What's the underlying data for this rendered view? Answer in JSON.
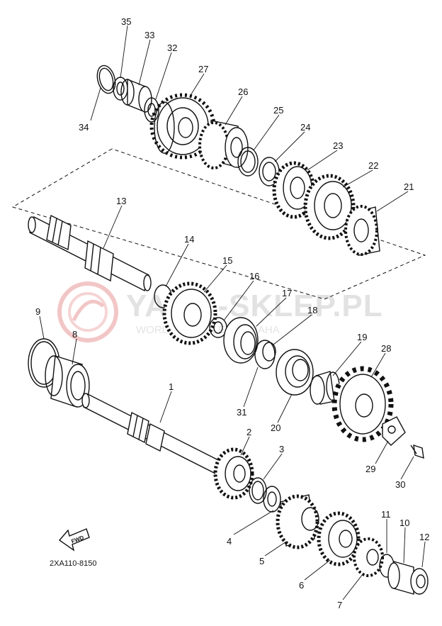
{
  "diagram": {
    "part_numbers": [
      "1",
      "2",
      "3",
      "4",
      "5",
      "6",
      "7",
      "8",
      "9",
      "10",
      "11",
      "12",
      "13",
      "14",
      "15",
      "16",
      "17",
      "18",
      "19",
      "20",
      "21",
      "22",
      "23",
      "24",
      "25",
      "26",
      "27",
      "28",
      "29",
      "30",
      "31",
      "32",
      "33",
      "34",
      "35"
    ],
    "figure_code": "2XA110-8150",
    "direction_label": "FWD"
  },
  "watermark": {
    "main": "YAMA-SKLEP.PL",
    "sub": "WORLD ... DEALER YAMAHA",
    "color": "#e8b0b0"
  }
}
